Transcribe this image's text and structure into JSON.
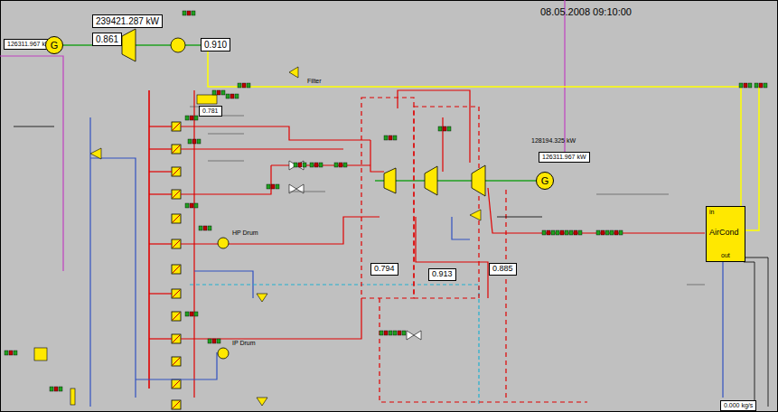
{
  "diagram": {
    "nodes": [
      {
        "text": [
          "G"
        ]
      },
      {
        "text": [
          "G"
        ]
      },
      {
        "text": [
          "AirCond",
          "in",
          "out"
        ]
      },
      {
        "text": [
          "HP Drum"
        ]
      },
      {
        "text": [
          "IP Drum"
        ]
      }
    ],
    "labels": [
      "08.05.2008 09:10:00",
      "239421.287 kW",
      "0.861",
      "0.910",
      "Filter",
      "0.781",
      "126311.967 kW",
      "128194.325 kW",
      "126311.967 kW",
      "0.794",
      "0.913",
      "0.885",
      "0.000 kg/s"
    ]
  }
}
